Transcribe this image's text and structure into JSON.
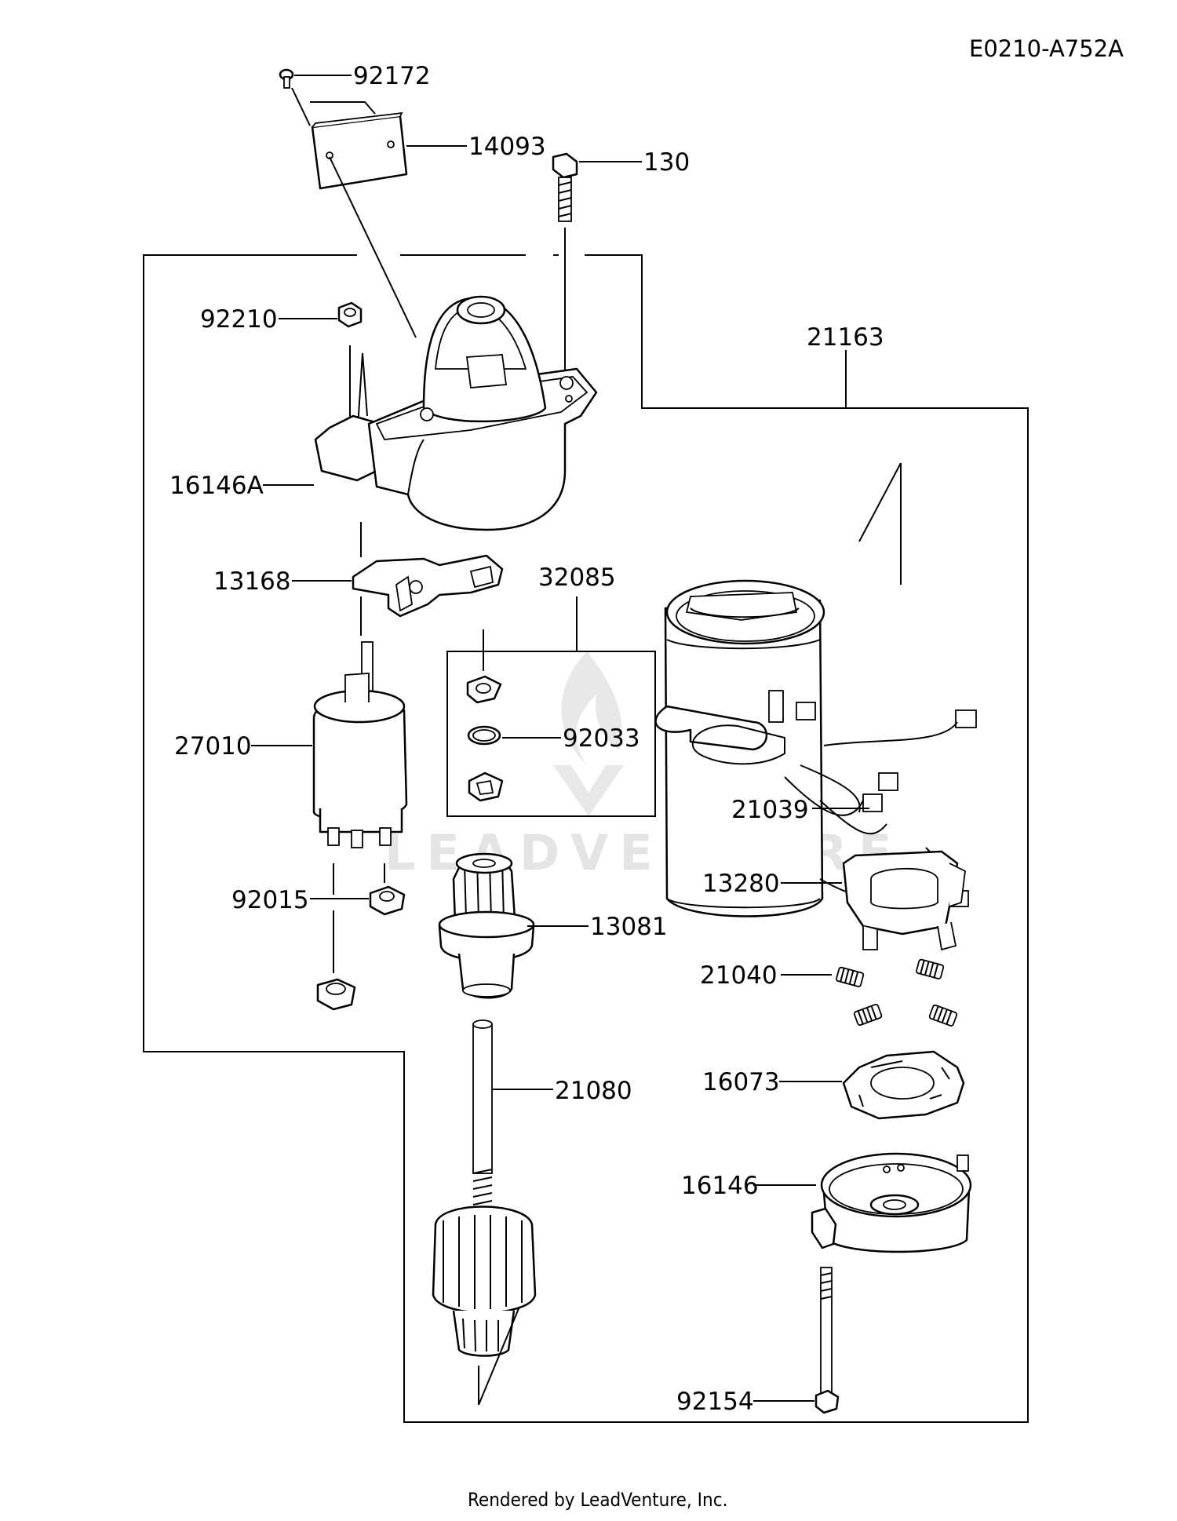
{
  "diagram_code": "E0210-A752A",
  "footer_text": "Rendered by LeadVenture, Inc.",
  "watermark_text": "LEADVENTURE",
  "callouts": {
    "p92172": "92172",
    "p14093": "14093",
    "p130": "130",
    "p92210": "92210",
    "p21163": "21163",
    "p16146A": "16146A",
    "p13168": "13168",
    "p32085": "32085",
    "p27010": "27010",
    "p92033": "92033",
    "p21039": "21039",
    "p92015": "92015",
    "p13280": "13280",
    "p13081": "13081",
    "p21040": "21040",
    "p16073": "16073",
    "p21080": "21080",
    "p16146": "16146",
    "p92154": "92154"
  }
}
